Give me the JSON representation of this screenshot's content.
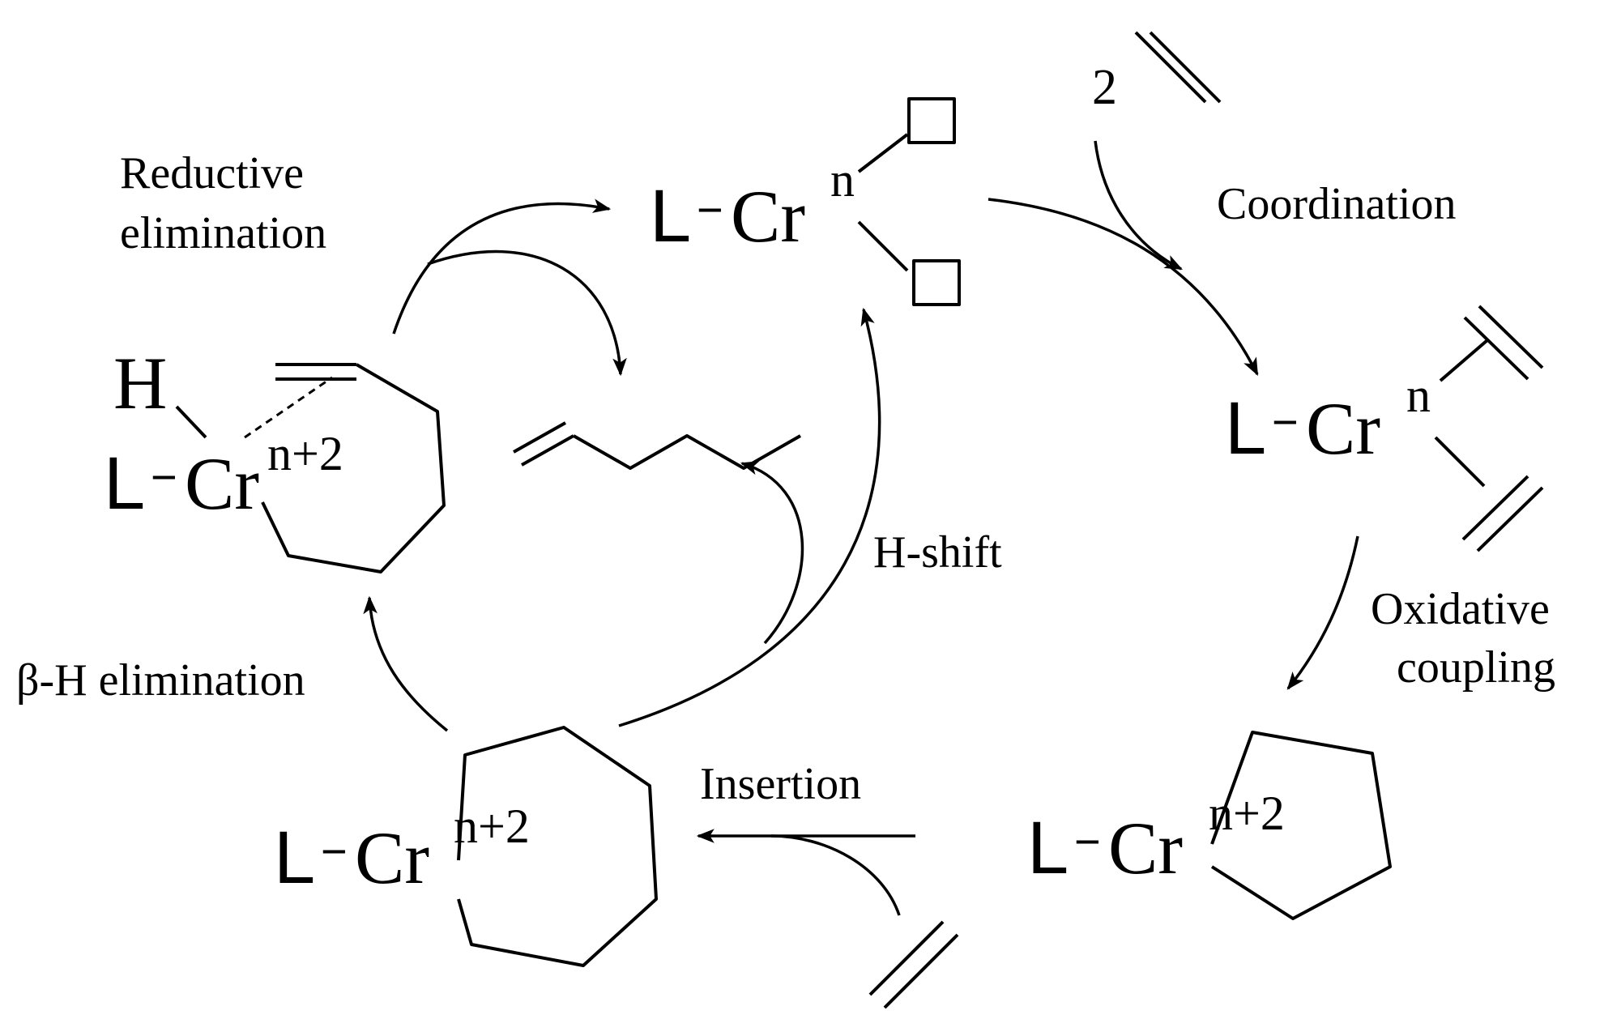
{
  "labels": {
    "coordination": "Coordination",
    "oxidative_1": "Oxidative",
    "oxidative_2": "coupling",
    "insertion": "Insertion",
    "beta_h": "β-H elimination",
    "reductive_1": "Reductive",
    "reductive_2": "elimination",
    "h_shift": "H-shift"
  },
  "complexes": {
    "top": {
      "ligand": "L",
      "bond": "−",
      "metal": "Cr",
      "ox": "n"
    },
    "right": {
      "ligand": "L",
      "bond": "−",
      "metal": "Cr",
      "ox": "n"
    },
    "metallacyclopentane": {
      "ligand": "L",
      "bond": "−",
      "metal": "Cr",
      "ox": "n+2"
    },
    "metallacycloheptane": {
      "ligand": "L",
      "bond": "−",
      "metal": "Cr",
      "ox": "n+2"
    },
    "hydride": {
      "ligand": "L",
      "bond": "−",
      "metal": "Cr",
      "ox": "n+2",
      "hydride": "H"
    }
  },
  "ethylene_count": "2"
}
